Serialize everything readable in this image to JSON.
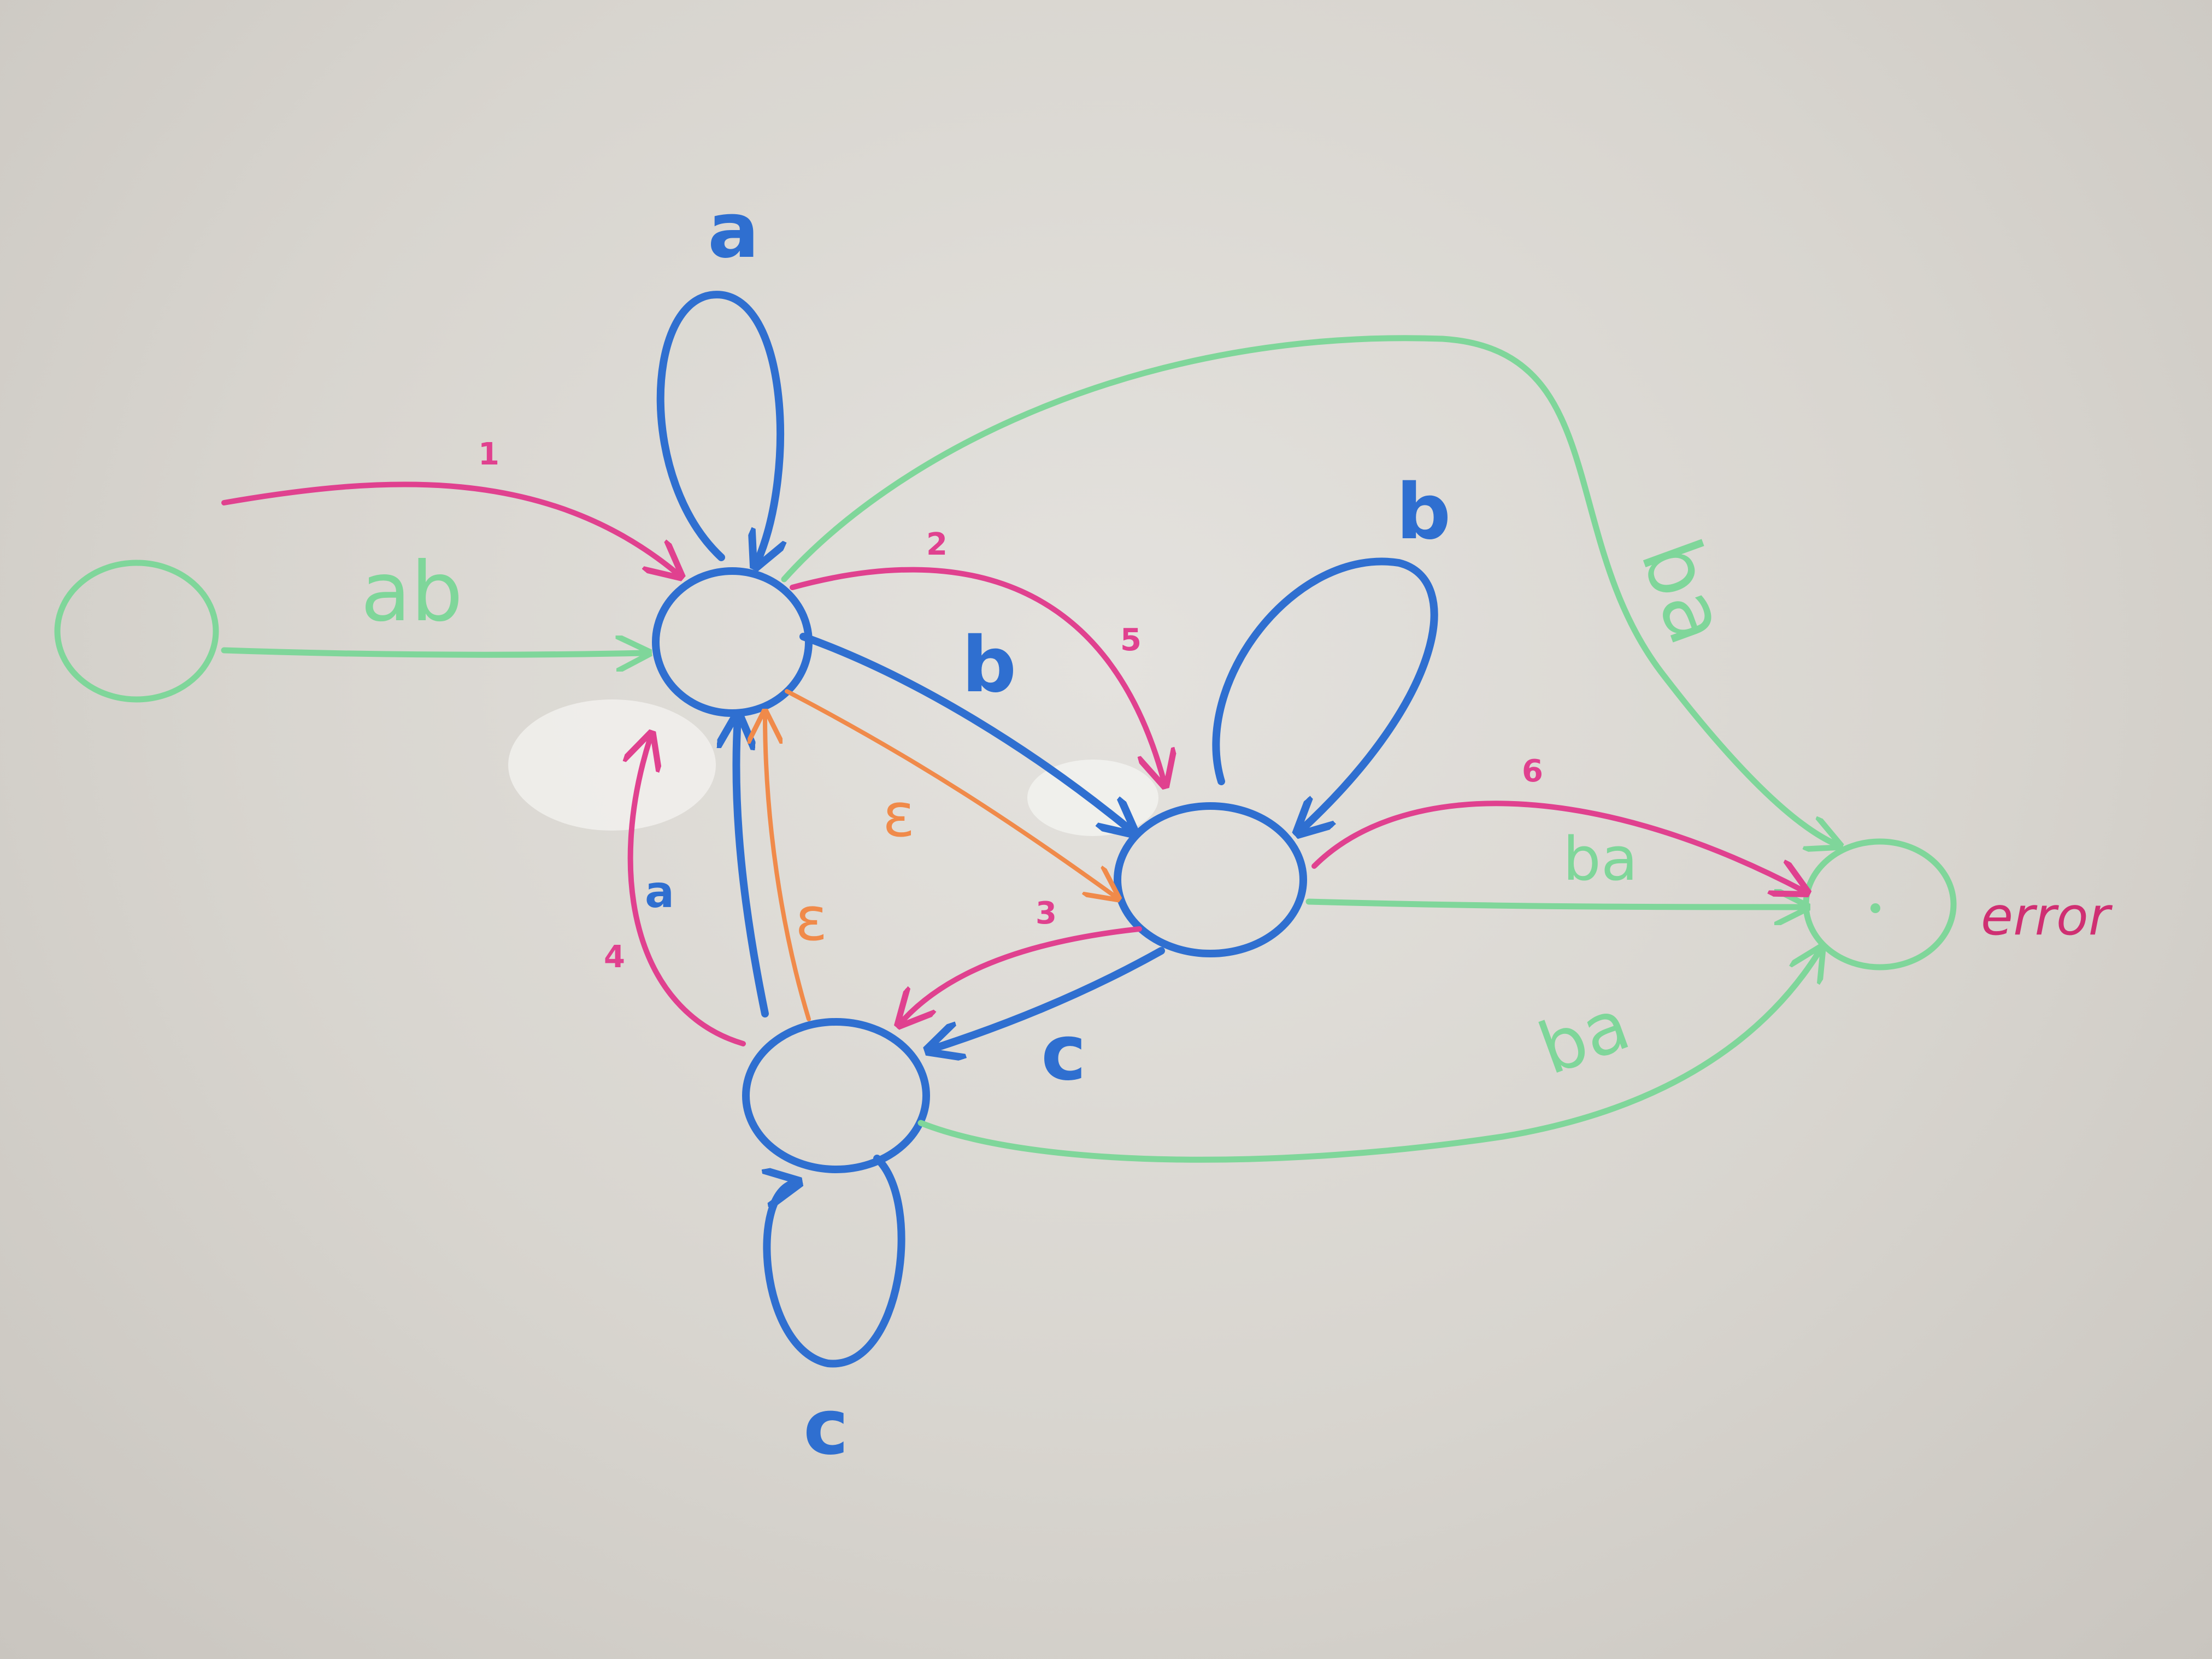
{
  "states": [
    {
      "id": "start"
    },
    {
      "id": "q_a"
    },
    {
      "id": "q_b"
    },
    {
      "id": "q_c"
    },
    {
      "id": "error",
      "label": "error"
    }
  ],
  "transitions": [
    {
      "from": "start",
      "to": "q_a",
      "color": "green",
      "label": "ab"
    },
    {
      "from": "q_a",
      "to": "q_a",
      "color": "blue",
      "label": "a"
    },
    {
      "from": "q_a",
      "to": "q_b",
      "color": "blue",
      "label": "b"
    },
    {
      "from": "q_b",
      "to": "q_b",
      "color": "blue",
      "label": "b"
    },
    {
      "from": "q_b",
      "to": "q_c",
      "color": "blue",
      "label": "c"
    },
    {
      "from": "q_c",
      "to": "q_a",
      "color": "blue",
      "label": "a"
    },
    {
      "from": "q_c",
      "to": "q_c",
      "color": "blue",
      "label": "c"
    },
    {
      "from": "q_a",
      "to": "q_b",
      "color": "orange",
      "label": "ε"
    },
    {
      "from": "q_c",
      "to": "q_a",
      "color": "orange",
      "label": "ε"
    },
    {
      "from": "q_a",
      "to": "error",
      "color": "green",
      "label": "ba"
    },
    {
      "from": "q_b",
      "to": "error",
      "color": "green",
      "label": "ba"
    },
    {
      "from": "q_c",
      "to": "error",
      "color": "green",
      "label": "ba"
    }
  ],
  "trace": [
    {
      "step": "1",
      "from": "start",
      "to": "q_a"
    },
    {
      "step": "2",
      "from": "q_a",
      "to": "q_b"
    },
    {
      "step": "3",
      "from": "q_b",
      "to": "q_c"
    },
    {
      "step": "4",
      "from": "q_c",
      "to": "q_a"
    },
    {
      "step": "5",
      "from": "q_a",
      "to": "q_b"
    },
    {
      "step": "6",
      "from": "q_b",
      "to": "error"
    }
  ],
  "labels": {
    "ab": "ab",
    "loop_a": "a",
    "a_to_b": "b",
    "loop_b": "b",
    "b_to_c": "c",
    "c_to_a": "a",
    "loop_c": "c",
    "eps_a_b": "ε",
    "eps_c_a": "ε",
    "ba_top": "ba",
    "ba_mid": "ba",
    "ba_bottom": "ba",
    "step1": "1",
    "step2": "2",
    "step3": "3",
    "step4": "4",
    "step5": "5",
    "step6": "6",
    "error": "error"
  },
  "colors": {
    "board": "#dcd9d4",
    "blue": "#2f6fd0",
    "green": "#7fd69a",
    "pink": "#e0418f",
    "orange": "#f08a4a"
  }
}
